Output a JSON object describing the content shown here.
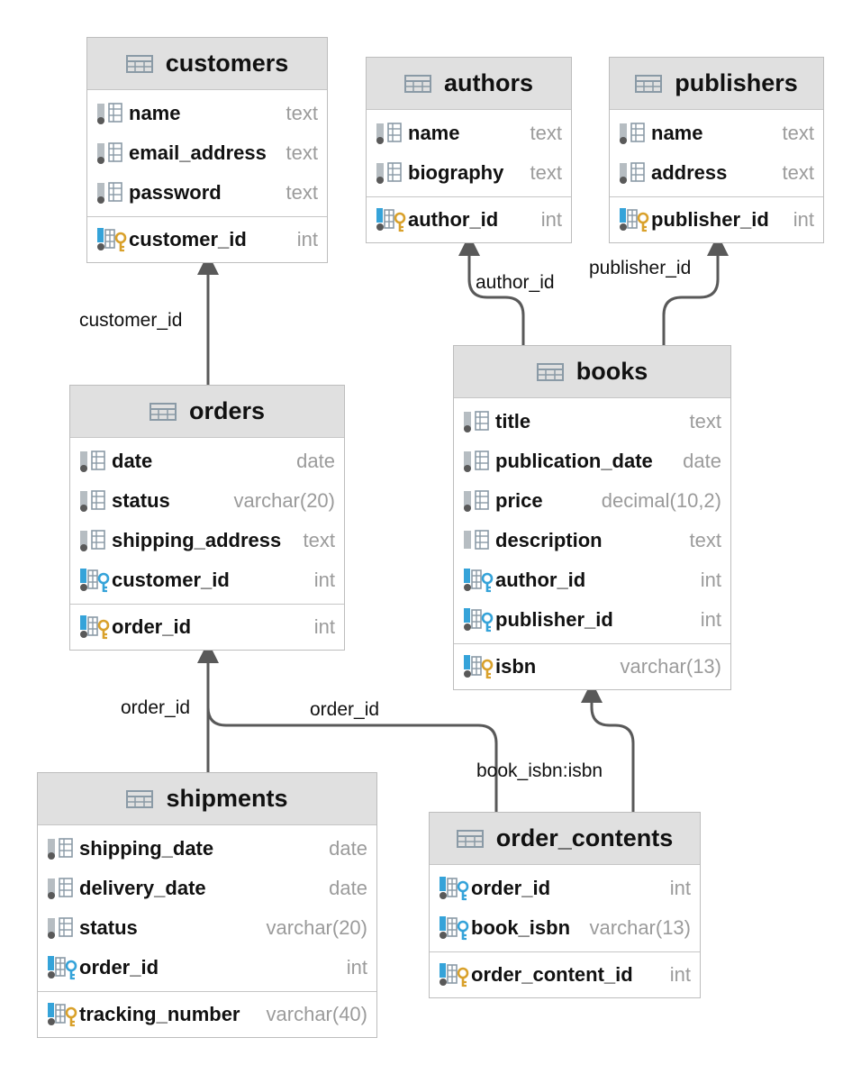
{
  "tables": {
    "customers": {
      "name": "customers",
      "columns": [
        {
          "name": "name",
          "type": "text",
          "kind": "plain"
        },
        {
          "name": "email_address",
          "type": "text",
          "kind": "plain"
        },
        {
          "name": "password",
          "type": "text",
          "kind": "plain"
        }
      ],
      "pk": [
        {
          "name": "customer_id",
          "type": "int",
          "kind": "pk"
        }
      ]
    },
    "authors": {
      "name": "authors",
      "columns": [
        {
          "name": "name",
          "type": "text",
          "kind": "plain"
        },
        {
          "name": "biography",
          "type": "text",
          "kind": "plain"
        }
      ],
      "pk": [
        {
          "name": "author_id",
          "type": "int",
          "kind": "pk"
        }
      ]
    },
    "publishers": {
      "name": "publishers",
      "columns": [
        {
          "name": "name",
          "type": "text",
          "kind": "plain"
        },
        {
          "name": "address",
          "type": "text",
          "kind": "plain"
        }
      ],
      "pk": [
        {
          "name": "publisher_id",
          "type": "int",
          "kind": "pk"
        }
      ]
    },
    "orders": {
      "name": "orders",
      "columns": [
        {
          "name": "date",
          "type": "date",
          "kind": "plain"
        },
        {
          "name": "status",
          "type": "varchar(20)",
          "kind": "plain"
        },
        {
          "name": "shipping_address",
          "type": "text",
          "kind": "plain"
        },
        {
          "name": "customer_id",
          "type": "int",
          "kind": "fk"
        }
      ],
      "pk": [
        {
          "name": "order_id",
          "type": "int",
          "kind": "pk"
        }
      ]
    },
    "books": {
      "name": "books",
      "columns": [
        {
          "name": "title",
          "type": "text",
          "kind": "plain"
        },
        {
          "name": "publication_date",
          "type": "date",
          "kind": "plain"
        },
        {
          "name": "price",
          "type": "decimal(10,2)",
          "kind": "plain"
        },
        {
          "name": "description",
          "type": "text",
          "kind": "plain-nodot"
        },
        {
          "name": "author_id",
          "type": "int",
          "kind": "fk"
        },
        {
          "name": "publisher_id",
          "type": "int",
          "kind": "fk"
        }
      ],
      "pk": [
        {
          "name": "isbn",
          "type": "varchar(13)",
          "kind": "pk"
        }
      ]
    },
    "shipments": {
      "name": "shipments",
      "columns": [
        {
          "name": "shipping_date",
          "type": "date",
          "kind": "plain"
        },
        {
          "name": "delivery_date",
          "type": "date",
          "kind": "plain"
        },
        {
          "name": "status",
          "type": "varchar(20)",
          "kind": "plain"
        },
        {
          "name": "order_id",
          "type": "int",
          "kind": "fk"
        }
      ],
      "pk": [
        {
          "name": "tracking_number",
          "type": "varchar(40)",
          "kind": "pk"
        }
      ]
    },
    "order_contents": {
      "name": "order_contents",
      "columns": [
        {
          "name": "order_id",
          "type": "int",
          "kind": "fk"
        },
        {
          "name": "book_isbn",
          "type": "varchar(13)",
          "kind": "fk"
        }
      ],
      "pk": [
        {
          "name": "order_content_id",
          "type": "int",
          "kind": "pk"
        }
      ]
    }
  },
  "relations": {
    "orders_customers": "customer_id",
    "books_authors": "author_id",
    "books_publishers": "publisher_id",
    "shipments_orders": "order_id",
    "contents_orders": "order_id",
    "contents_books": "book_isbn:isbn"
  },
  "colors": {
    "header_bg": "#e0e0e0",
    "border": "#bdbdbd",
    "type_text": "#9b9b9b",
    "connector": "#595959",
    "pk_key": "#d9a12b",
    "fk_key": "#35a3d9"
  }
}
